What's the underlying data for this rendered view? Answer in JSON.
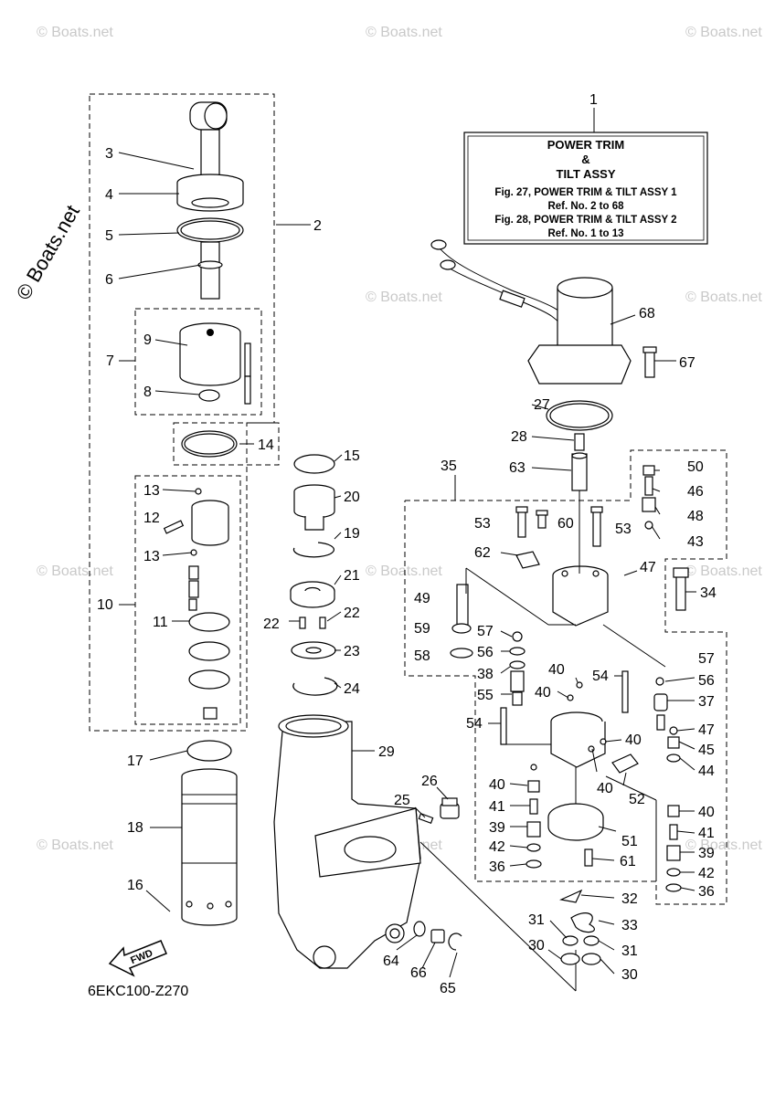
{
  "title_box": {
    "ref_number": "1",
    "line1": "POWER TRIM",
    "line2": "&",
    "line3": "TILT ASSY",
    "line4": "Fig. 27, POWER TRIM & TILT ASSY 1",
    "line5": "Ref. No. 2 to 68",
    "line6": "Fig. 28, POWER TRIM & TILT ASSY 2",
    "line7": "Ref. No. 1 to 13"
  },
  "figure_code": "6EKC100-Z270",
  "fwd_label": "FWD",
  "watermark": "© Boats.net",
  "callouts": [
    "1",
    "2",
    "3",
    "4",
    "5",
    "6",
    "7",
    "8",
    "9",
    "10",
    "11",
    "12",
    "13",
    "13",
    "14",
    "15",
    "16",
    "17",
    "18",
    "19",
    "20",
    "21",
    "22",
    "22",
    "23",
    "24",
    "25",
    "26",
    "27",
    "28",
    "29",
    "30",
    "30",
    "31",
    "31",
    "32",
    "33",
    "34",
    "35",
    "36",
    "36",
    "37",
    "38",
    "39",
    "39",
    "40",
    "40",
    "40",
    "40",
    "40",
    "40",
    "41",
    "41",
    "42",
    "42",
    "43",
    "44",
    "45",
    "46",
    "47",
    "47",
    "48",
    "49",
    "50",
    "51",
    "52",
    "53",
    "53",
    "54",
    "54",
    "55",
    "56",
    "56",
    "57",
    "57",
    "58",
    "59",
    "60",
    "61",
    "62",
    "63",
    "64",
    "65",
    "66",
    "67",
    "68"
  ]
}
